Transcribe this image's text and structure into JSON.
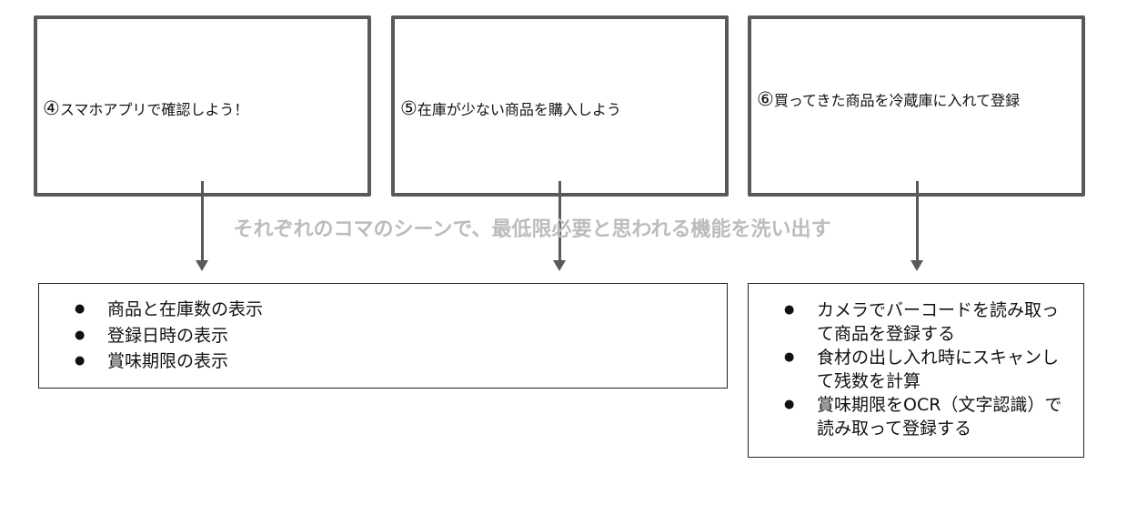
{
  "scenes": [
    {
      "num": "④",
      "text": "スマホアプリで確認しよう！"
    },
    {
      "num": "⑤",
      "text": "在庫が少ない商品を購入しよう"
    },
    {
      "num": "⑥",
      "text": "買ってきた商品を冷蔵庫に入れて登録"
    }
  ],
  "note": "それぞれのコマのシーンで、最低限必要と思われる機能を洗い出す",
  "features_left": [
    "商品と在庫数の表示",
    "登録日時の表示",
    "賞味期限の表示"
  ],
  "features_right": [
    "カメラでバーコードを読み取って商品を登録する",
    "食材の出し入れ時にスキャンして残数を計算",
    "賞味期限をOCR（文字認識）で読み取って登録する"
  ]
}
